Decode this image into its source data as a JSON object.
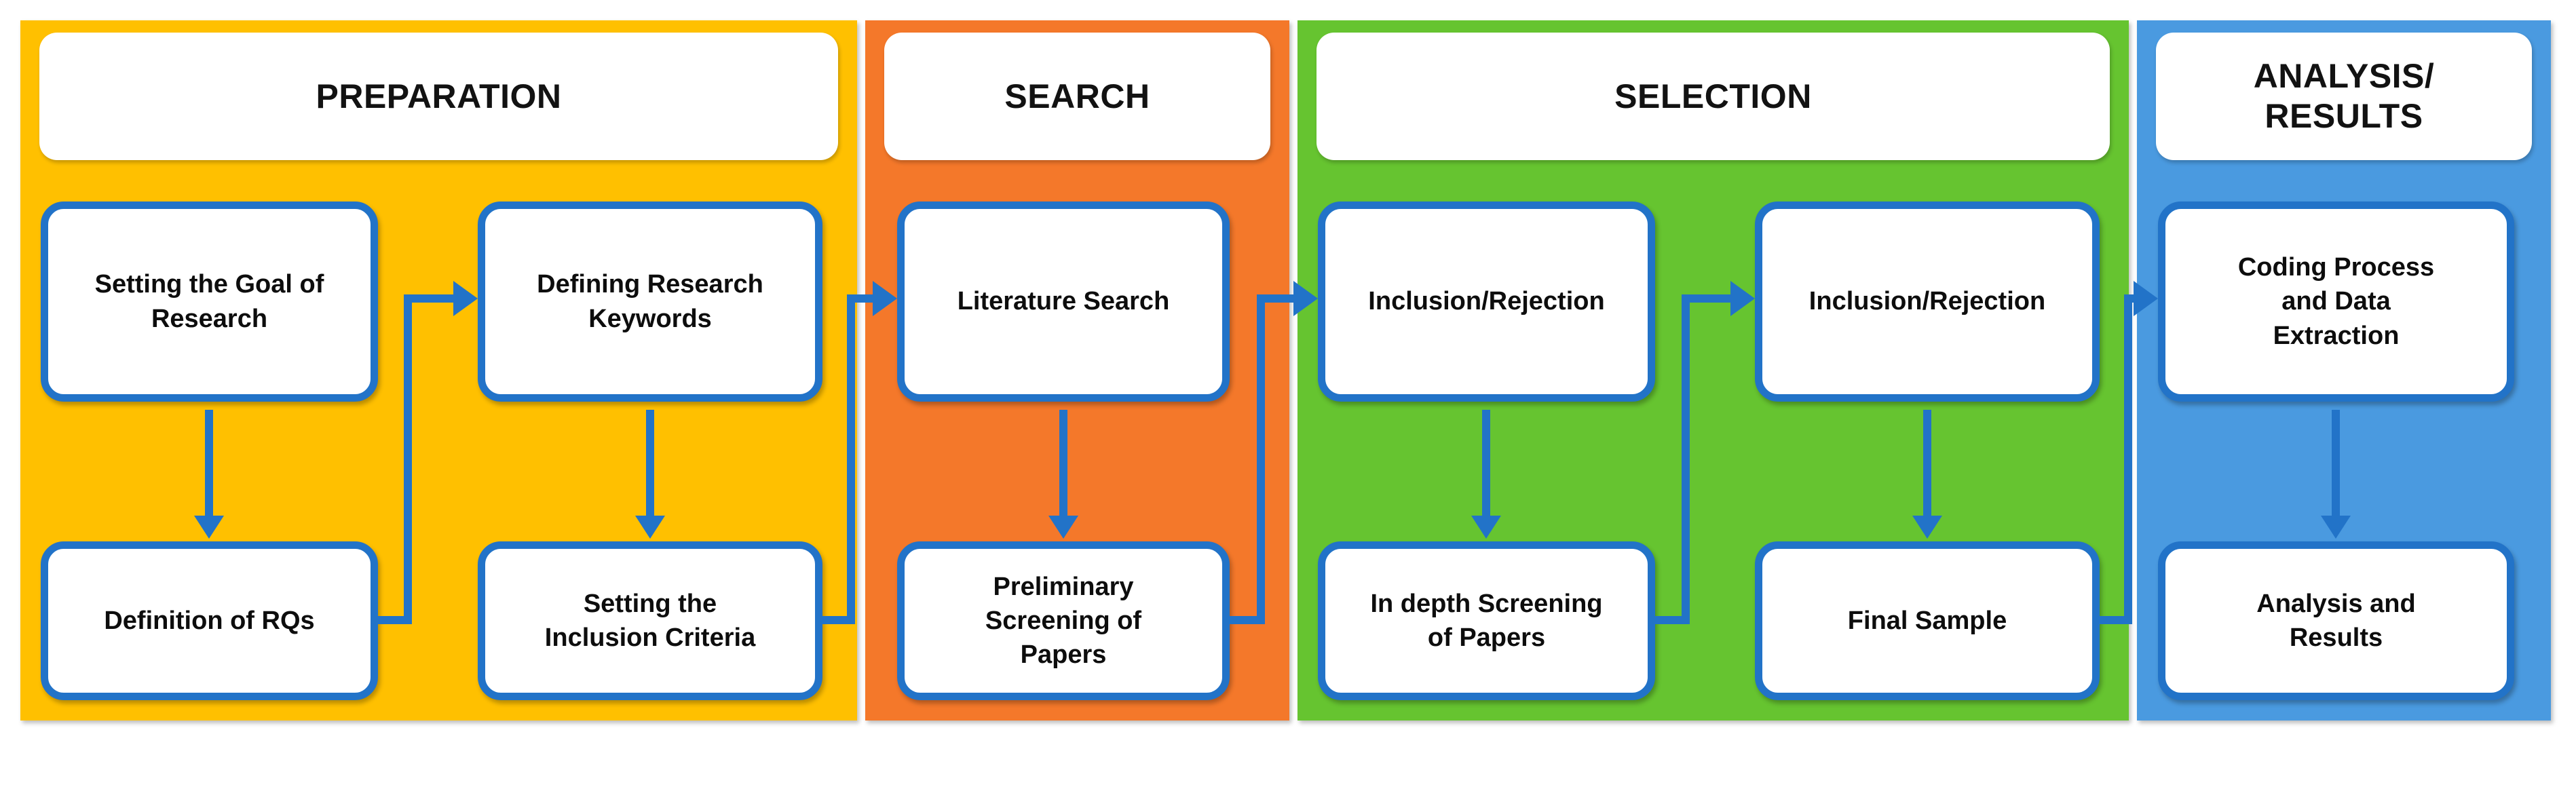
{
  "sections": [
    {
      "title": "PREPARATION",
      "bg": "#FFC000",
      "boxes": [
        {
          "label": "Setting the Goal of Research"
        },
        {
          "label": "Defining Research Keywords"
        },
        {
          "label": "Definition of RQs"
        },
        {
          "label": "Setting the Inclusion Criteria"
        }
      ]
    },
    {
      "title": "SEARCH",
      "bg": "#F4782A",
      "boxes": [
        {
          "label": "Literature Search"
        },
        {
          "label": "Preliminary Screening of Papers"
        }
      ]
    },
    {
      "title": "SELECTION",
      "bg": "#66C430",
      "boxes": [
        {
          "label": "Inclusion/Rejection"
        },
        {
          "label": "Inclusion/Rejection"
        },
        {
          "label": "In depth Screening of Papers"
        },
        {
          "label": "Final Sample"
        }
      ]
    },
    {
      "title": "ANALYSIS/ RESULTS",
      "bg": "#4A9AE0",
      "boxes": [
        {
          "label": "Coding Process and Data Extraction"
        },
        {
          "label": "Analysis and Results"
        }
      ]
    }
  ],
  "colors": {
    "panel_yellow": "#FFC000",
    "panel_orange": "#F4782A",
    "panel_green": "#66C430",
    "panel_blue": "#4A9AE0",
    "connector_blue": "#2273C8",
    "box_border_blue": "#2273C8",
    "box_fill": "#FFFFFF",
    "text_black": "#0D0D0D"
  }
}
